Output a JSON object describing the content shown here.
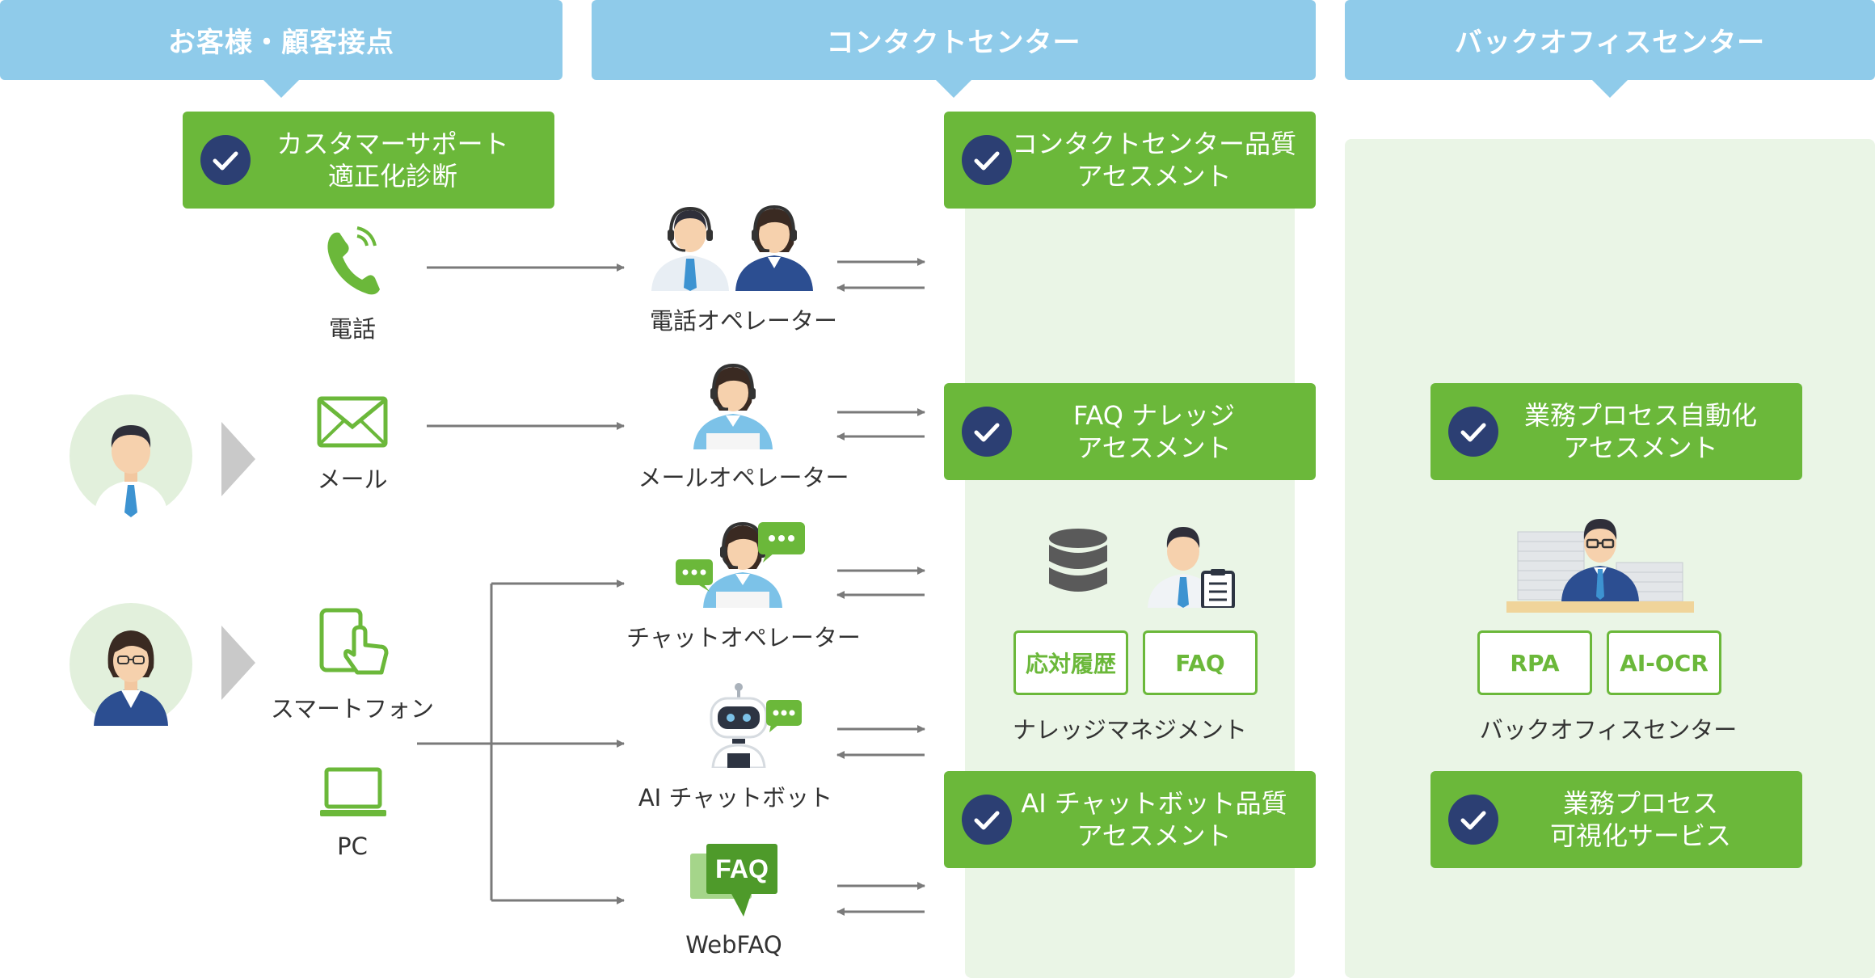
{
  "headers": {
    "customer": "お客様・顧客接点",
    "contact": "コンタクトセンター",
    "backoffice": "バックオフィスセンター"
  },
  "assessments": {
    "customer_support": "カスタマーサポート\n適正化診断",
    "contact_quality": "コンタクトセンター品質\nアセスメント",
    "faq_knowledge": "FAQ ナレッジ\nアセスメント",
    "ai_chatbot_quality": "AI チャットボット品質\nアセスメント",
    "process_automation": "業務プロセス自動化\nアセスメント",
    "process_visualization": "業務プロセス\n可視化サービス"
  },
  "channels": {
    "phone": "電話",
    "mail": "メール",
    "smartphone": "スマートフォン",
    "pc": "PC"
  },
  "operators": {
    "phone": "電話オペレーター",
    "mail": "メールオペレーター",
    "chat": "チャットオペレーター",
    "ai_bot": "AI チャットボット",
    "webfaq": "WebFAQ",
    "faq_icon": "FAQ"
  },
  "knowledge": {
    "tag1": "応対履歴",
    "tag2": "FAQ",
    "title": "ナレッジマネジメント"
  },
  "backoffice_section": {
    "tag1": "RPA",
    "tag2": "AI-OCR",
    "title": "バックオフィスセンター"
  },
  "colors": {
    "header": "#8fcbea",
    "green": "#6bb83a",
    "panel": "#eaf5e6",
    "navy": "#2c3f73"
  }
}
